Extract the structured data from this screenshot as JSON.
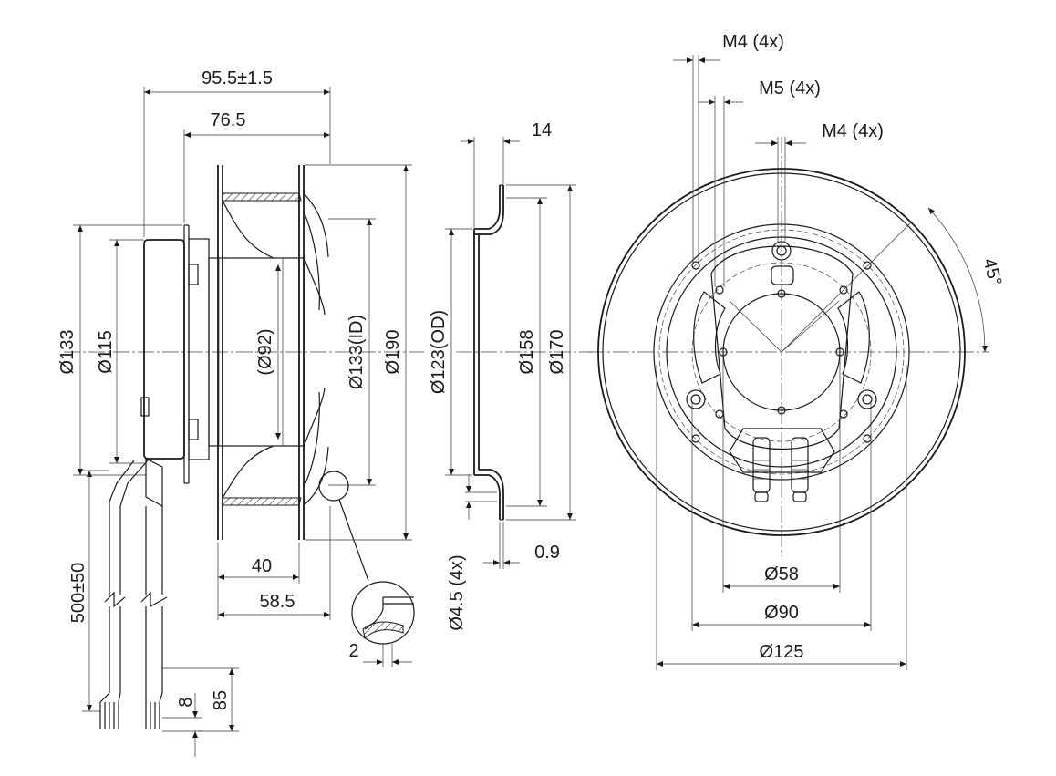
{
  "diagram": {
    "left_view": {
      "dimensions": {
        "overall_length": "95.5±1.5",
        "impeller_depth": "76.5",
        "dia_133": "Ø133",
        "dia_115": "Ø115",
        "dia_92": "(Ø92)",
        "dia_133_id": "Ø133(ID)",
        "dia_190": "Ø190",
        "len_40": "40",
        "len_58_5": "58.5",
        "cable_length": "500±50",
        "strip_8": "8",
        "strip_85": "85",
        "wall_2": "2"
      }
    },
    "middle_view": {
      "dimensions": {
        "flange_14": "14",
        "dia_123_od": "Ø123(OD)",
        "dia_158": "Ø158",
        "dia_170": "Ø170",
        "holes": "Ø4.5 (4x)",
        "thickness": "0.9"
      }
    },
    "right_view": {
      "dimensions": {
        "m4_top": "M4 (4x)",
        "m5": "M5 (4x)",
        "m4_right": "M4 (4x)",
        "angle": "45°",
        "dia_58": "Ø58",
        "dia_90": "Ø90",
        "dia_125": "Ø125"
      }
    }
  }
}
